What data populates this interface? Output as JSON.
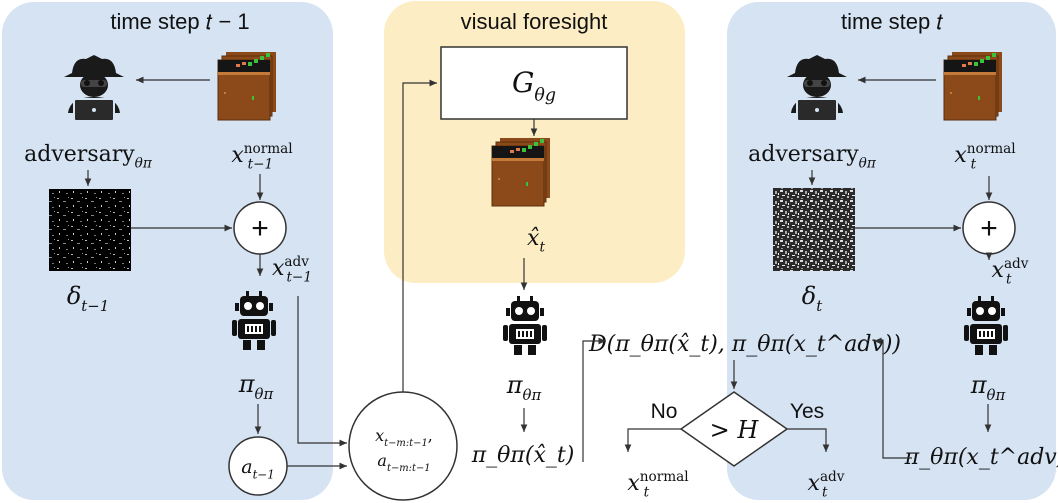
{
  "colors": {
    "panel_blue": "#d5e3f3",
    "panel_yellow": "#fdedc4",
    "line": "#333333",
    "frame_brown": "#8c4a1a",
    "frame_sky": "#151515",
    "frame_grass": "#3cc13c",
    "robot": "#111111"
  },
  "panels": {
    "left_title": "time step 𝑡 − 1",
    "center_title": "visual foresight",
    "right_title": "time step 𝑡"
  },
  "icons": {
    "hacker": "hacker-icon",
    "robot": "robot-icon",
    "game_frame": "game-frame-stack-icon",
    "noise": "noise-image-icon"
  },
  "labels": {
    "adversary_left": {
      "base": "adversary",
      "sub": "θπ"
    },
    "adversary_right": {
      "base": "adversary",
      "sub": "θπ"
    },
    "x_normal_left": {
      "base": "x",
      "sup": "normal",
      "sub": "t−1"
    },
    "x_normal_right": {
      "base": "x",
      "sup": "normal",
      "sub": "t"
    },
    "delta_left": {
      "base": "δ",
      "sub": "t−1"
    },
    "delta_right": {
      "base": "δ",
      "sub": "t"
    },
    "x_adv_left": {
      "base": "x",
      "sup": "adv",
      "sub": "t−1"
    },
    "x_adv_right": {
      "base": "x",
      "sup": "adv",
      "sub": "t"
    },
    "pi_left": {
      "base": "π",
      "sub": "θπ"
    },
    "pi_center": {
      "base": "π",
      "sub": "θπ"
    },
    "pi_right": {
      "base": "π",
      "sub": "θπ"
    },
    "plus": "+",
    "a_prev": {
      "base": "a",
      "sub": "t−1"
    },
    "history_line1": {
      "base": "x",
      "sub": "t−m:t−1",
      "tail": ","
    },
    "history_line2": {
      "base": "a",
      "sub": "t−m:t−1"
    },
    "generator": {
      "base": "G",
      "sub": "θg"
    },
    "x_hat": {
      "base": "x̂",
      "sub": "t"
    },
    "pi_hat": "π_θπ(x̂_t)",
    "distance": "D(π_θπ(x̂_t), π_θπ(x_t^adv))",
    "threshold": "> H",
    "no": "No",
    "yes": "Yes",
    "out_normal": {
      "base": "x",
      "sup": "normal",
      "sub": "t"
    },
    "out_adv": {
      "base": "x",
      "sup": "adv",
      "sub": "t"
    },
    "pi_adv": "π_θπ(x_t^adv)"
  }
}
